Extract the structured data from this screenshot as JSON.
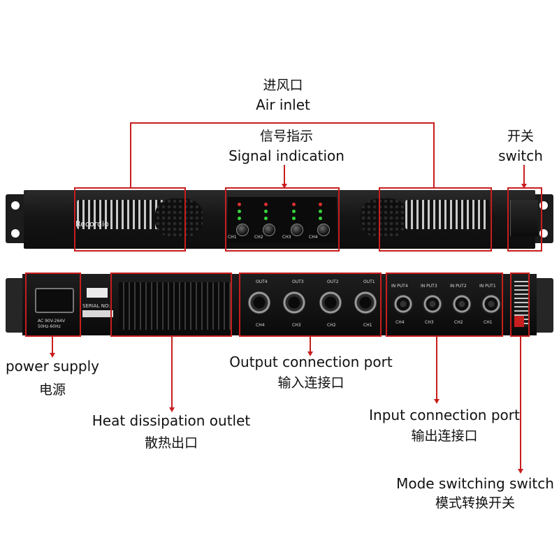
{
  "labels": {
    "air_inlet": {
      "zh": "进风口",
      "en": "Air inlet"
    },
    "signal_indication": {
      "zh": "信号指示",
      "en": "Signal indication"
    },
    "switch": {
      "zh": "开关",
      "en": "switch"
    },
    "power_supply": {
      "en": "power supply",
      "zh": "电源"
    },
    "output_port": {
      "en": "Output connection port",
      "zh": "输入连接口"
    },
    "heat_outlet": {
      "en": "Heat dissipation outlet",
      "zh": "散热出口"
    },
    "input_port": {
      "en": "Input connection port",
      "zh": "输出连接口"
    },
    "mode_switch": {
      "en": "Mode switching switch",
      "zh": "模式转换开关"
    }
  },
  "device": {
    "brand": "Recordio",
    "serial_label": "SERIAL NO:",
    "ac_rating": "AC 90V-264V",
    "freq_rating": "50Hz-60Hz",
    "front_channels": [
      "CH1",
      "CH2",
      "CH3",
      "CH4"
    ],
    "outputs": [
      "OUT4",
      "OUT3",
      "OUT2",
      "OUT1"
    ],
    "output_channels": [
      "CH4",
      "CH3",
      "CH2",
      "CH1"
    ],
    "inputs": [
      "IN PUT4",
      "IN PUT3",
      "IN PUT2",
      "IN PUT1"
    ],
    "input_channels": [
      "CH4",
      "CH3",
      "CH2",
      "CH1"
    ]
  },
  "colors": {
    "annotation": "#c81e1e",
    "led_green": "#35d63a",
    "led_red": "#e03030"
  }
}
